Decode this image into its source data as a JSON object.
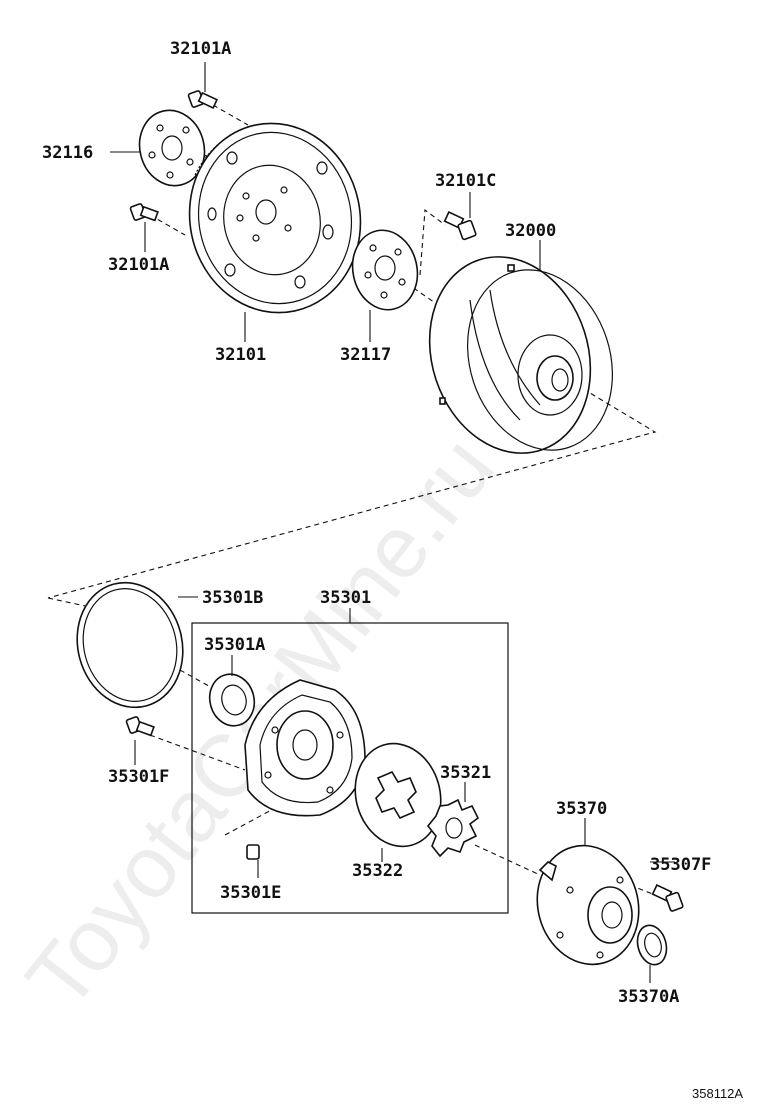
{
  "watermark": "ToyotaCarMine.ru",
  "diagram_ref": "358112A",
  "labels": {
    "p32101A_top": "32101A",
    "p32116": "32116",
    "p32101A_left": "32101A",
    "p32101": "32101",
    "p32117": "32117",
    "p32101C": "32101C",
    "p32000": "32000",
    "p35301B": "35301B",
    "p35301": "35301",
    "p35301A": "35301A",
    "p35301F": "35301F",
    "p35301E": "35301E",
    "p35322": "35322",
    "p35321": "35321",
    "p35370": "35370",
    "p35307F": "35307F",
    "p35370A": "35370A"
  }
}
